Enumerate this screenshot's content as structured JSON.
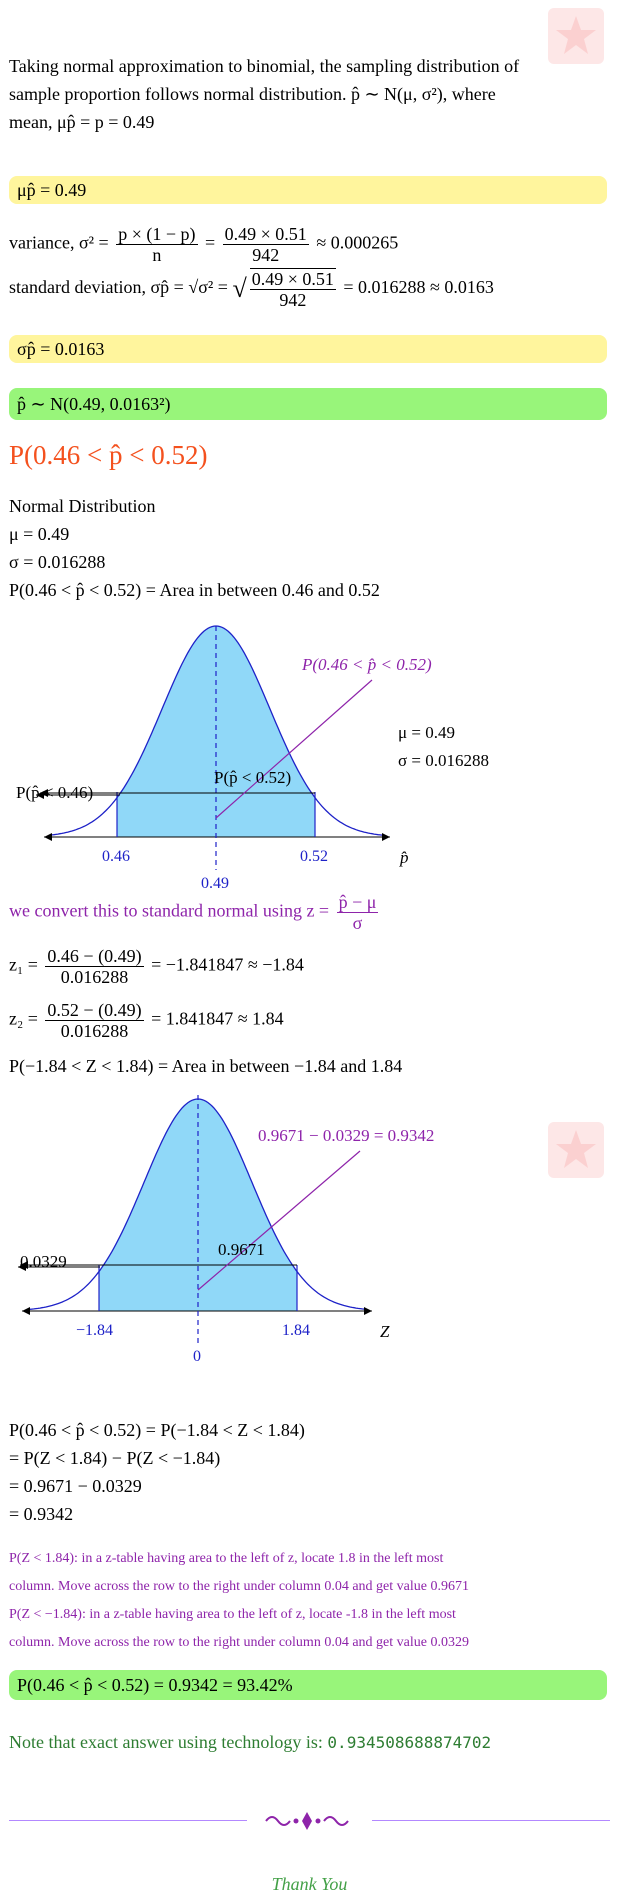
{
  "intro": {
    "line1": "Taking normal approximation to binomial, the sampling distribution of",
    "line2": "sample proportion follows normal distribution. p̂ ∼ N(μ, σ²), where",
    "line3": "mean, μp̂ = p = 0.49"
  },
  "mean_box": "μp̂ = 0.49",
  "variance": {
    "label": "variance, σ² =",
    "num1": "p × (1 − p)",
    "den1": "n",
    "eq": "=",
    "num2": "0.49 × 0.51",
    "den2": "942",
    "result": "≈ 0.000265"
  },
  "stddev": {
    "label": "standard deviation, σp̂ = √σ² =",
    "num": "0.49 × 0.51",
    "den": "942",
    "result": "= 0.016288 ≈ 0.0163"
  },
  "sd_box": "σp̂ = 0.0163",
  "dist_box": "p̂ ∼ N(0.49, 0.0163²)",
  "heading": "P(0.46 < p̂ < 0.52)",
  "normal": {
    "title": "Normal Distribution",
    "mu": "μ = 0.49",
    "sigma": "σ = 0.016288",
    "area": "P(0.46 < p̂ < 0.52) = Area in between 0.46 and 0.52"
  },
  "graph1": {
    "annotation": "P(0.46 < p̂ < 0.52)",
    "mu": "μ = 0.49",
    "sigma": "σ = 0.016288",
    "left_label": "P(p̂ < 0.46)",
    "right_label": "P(p̂ < 0.52)",
    "tick_left": "0.46",
    "tick_mid": "0.49",
    "tick_right": "0.52",
    "axis_label": "p̂"
  },
  "convert": {
    "text": "we convert this to standard normal using z =",
    "num": "p̂ − μ",
    "den": "σ"
  },
  "z1": {
    "label": "z₁ =",
    "num": "0.46 − (0.49)",
    "den": "0.016288",
    "result": "= −1.841847 ≈ −1.84"
  },
  "z2": {
    "label": "z₂ =",
    "num": "0.52 − (0.49)",
    "den": "0.016288",
    "result": "= 1.841847 ≈ 1.84"
  },
  "zarea": "P(−1.84 < Z < 1.84) = Area in between −1.84 and 1.84",
  "graph2": {
    "annotation": "0.9671 − 0.0329 = 0.9342",
    "left_label": "0.0329",
    "right_label": "0.9671",
    "tick_left": "−1.84",
    "tick_mid": "0",
    "tick_right": "1.84",
    "axis_label": "Z"
  },
  "calc": {
    "l1": "P(0.46 < p̂ < 0.52) = P(−1.84 < Z < 1.84)",
    "l2": "= P(Z < 1.84) − P(Z < −1.84)",
    "l3": "= 0.9671 − 0.0329",
    "l4": "= 0.9342"
  },
  "notes": {
    "n1a": "P(Z < 1.84): in a z-table having area to the left of z, locate 1.8 in the left most",
    "n1b": "column. Move across the row to the right under column 0.04 and get value 0.9671",
    "n2a": "P(Z < −1.84): in a z-table having area to the left of z, locate -1.8 in the left most",
    "n2b": "column. Move across the row to the right under column 0.04 and get value 0.0329"
  },
  "answer_box": "P(0.46 < p̂ < 0.52) = 0.9342 = 93.42%",
  "exact": {
    "text": "Note that exact answer using technology is:",
    "value": "0.934508688874702"
  },
  "thanks": "Thank You",
  "colors": {
    "yellow": "#fff59d",
    "green": "#98f57a",
    "orange": "#f4511e",
    "purple": "#8e24aa",
    "curve": "#1e22c8",
    "fill": "#90d8f8"
  }
}
